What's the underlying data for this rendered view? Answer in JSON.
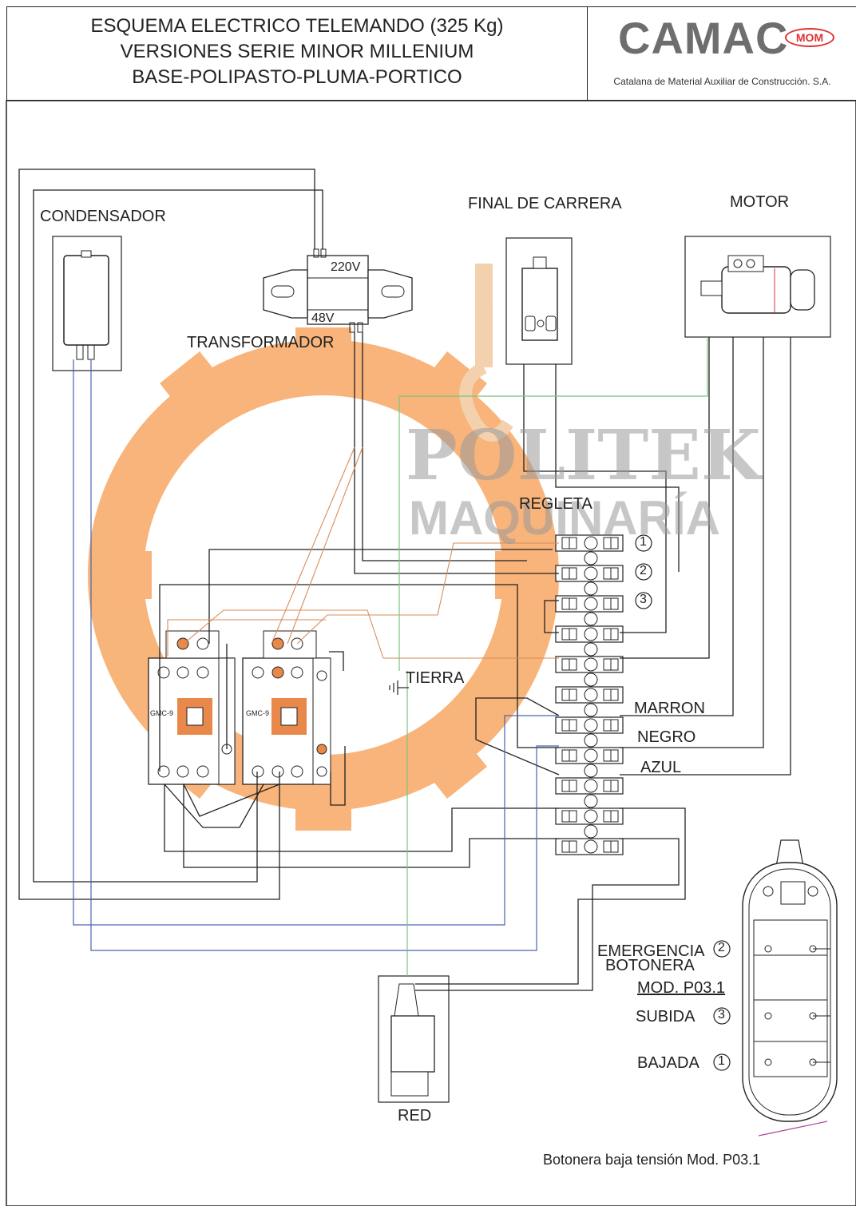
{
  "header": {
    "title_lines": [
      "ESQUEMA ELECTRICO TELEMANDO (325 Kg)",
      "VERSIONES SERIE MINOR MILLENIUM",
      "BASE-POLIPASTO-PLUMA-PORTICO"
    ],
    "logo_text": "CAMAC",
    "logo_badge": "MOM",
    "company": "Catalana de Material Auxiliar de Construcción. S.A."
  },
  "watermark": {
    "line1": "POLITEK",
    "line2": "MAQUINARÍA",
    "gear_color": "#f5a05a",
    "text_color": "#9a9a9a"
  },
  "components": {
    "condensador": "CONDENSADOR",
    "transformador": "TRANSFORMADOR",
    "voltage_in": "220V",
    "voltage_out": "48V",
    "final_carrera": "FINAL DE CARRERA",
    "motor": "MOTOR",
    "regleta": "REGLETA",
    "tierra": "TIERRA",
    "red": "RED",
    "contactor_model": "GMC-9"
  },
  "regleta_numbers": [
    "1",
    "2",
    "3"
  ],
  "wire_labels": {
    "marron": "MARRON",
    "negro": "NEGRO",
    "azul": "AZUL"
  },
  "botonera": {
    "emergencia": "EMERGENCIA",
    "botonera": "BOTONERA",
    "model": "MOD. P03.1",
    "subida": "SUBIDA",
    "bajada": "BAJADA",
    "num_emergencia": "2",
    "num_subida": "3",
    "num_bajada": "1"
  },
  "footer_note": "Botonera baja tensión  Mod. P03.1",
  "colors": {
    "wire_black": "#222222",
    "wire_blue": "#4a63b0",
    "wire_green": "#7cc47c",
    "wire_orange": "#d98c5a",
    "contactor_orange": "#e8884a"
  }
}
